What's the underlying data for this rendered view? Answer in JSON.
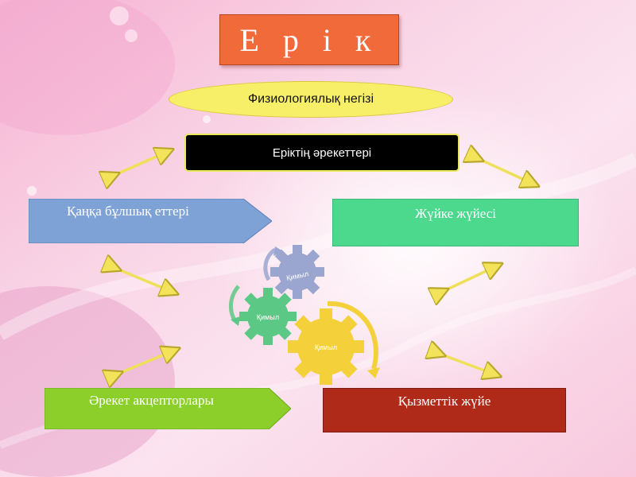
{
  "title": "Е р і к",
  "subtitle": "Физиологиялық негізі",
  "center_box": "Еріктің әрекеттері",
  "boxes": {
    "blue": "Қаңқа бұлшық еттері",
    "green": "Жүйке жүйесі",
    "lime": "Әрекет акцепторлары",
    "red": "Қызметтік жүйе"
  },
  "gears": {
    "top": "Қимыл",
    "left": "Қимыл",
    "right": "Қимыл"
  },
  "colors": {
    "title_bg": "#f06a3a",
    "subtitle_bg": "#f7ef67",
    "blue": "#7fa2d6",
    "green": "#4cd98e",
    "lime": "#8ccf2a",
    "red": "#b02a1a",
    "gear_top": "#9aa6d0",
    "gear_left": "#5cc885",
    "gear_right": "#f4d13a",
    "arrow": "#f2e35a"
  }
}
